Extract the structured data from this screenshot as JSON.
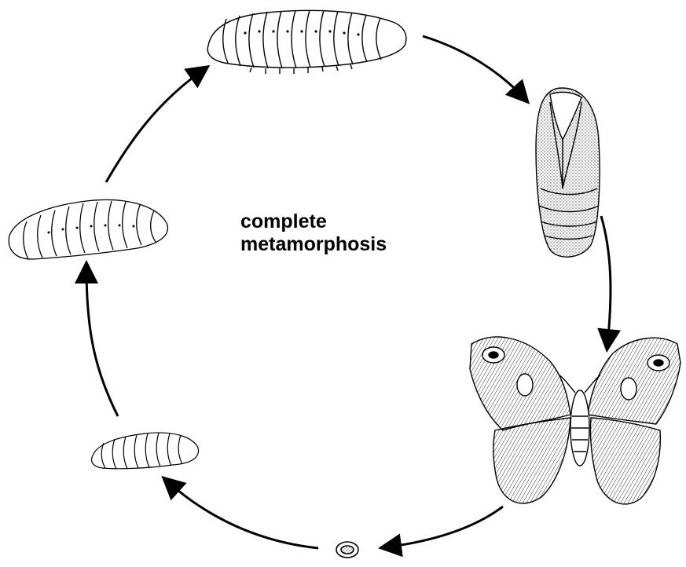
{
  "diagram": {
    "label_line1": "complete",
    "label_line2": "metamorphosis"
  },
  "stages": [
    "egg",
    "young-larva",
    "larva",
    "mature-larva",
    "pupa",
    "adult-moth"
  ],
  "colors": {
    "ink": "#000000",
    "background": "#ffffff"
  }
}
